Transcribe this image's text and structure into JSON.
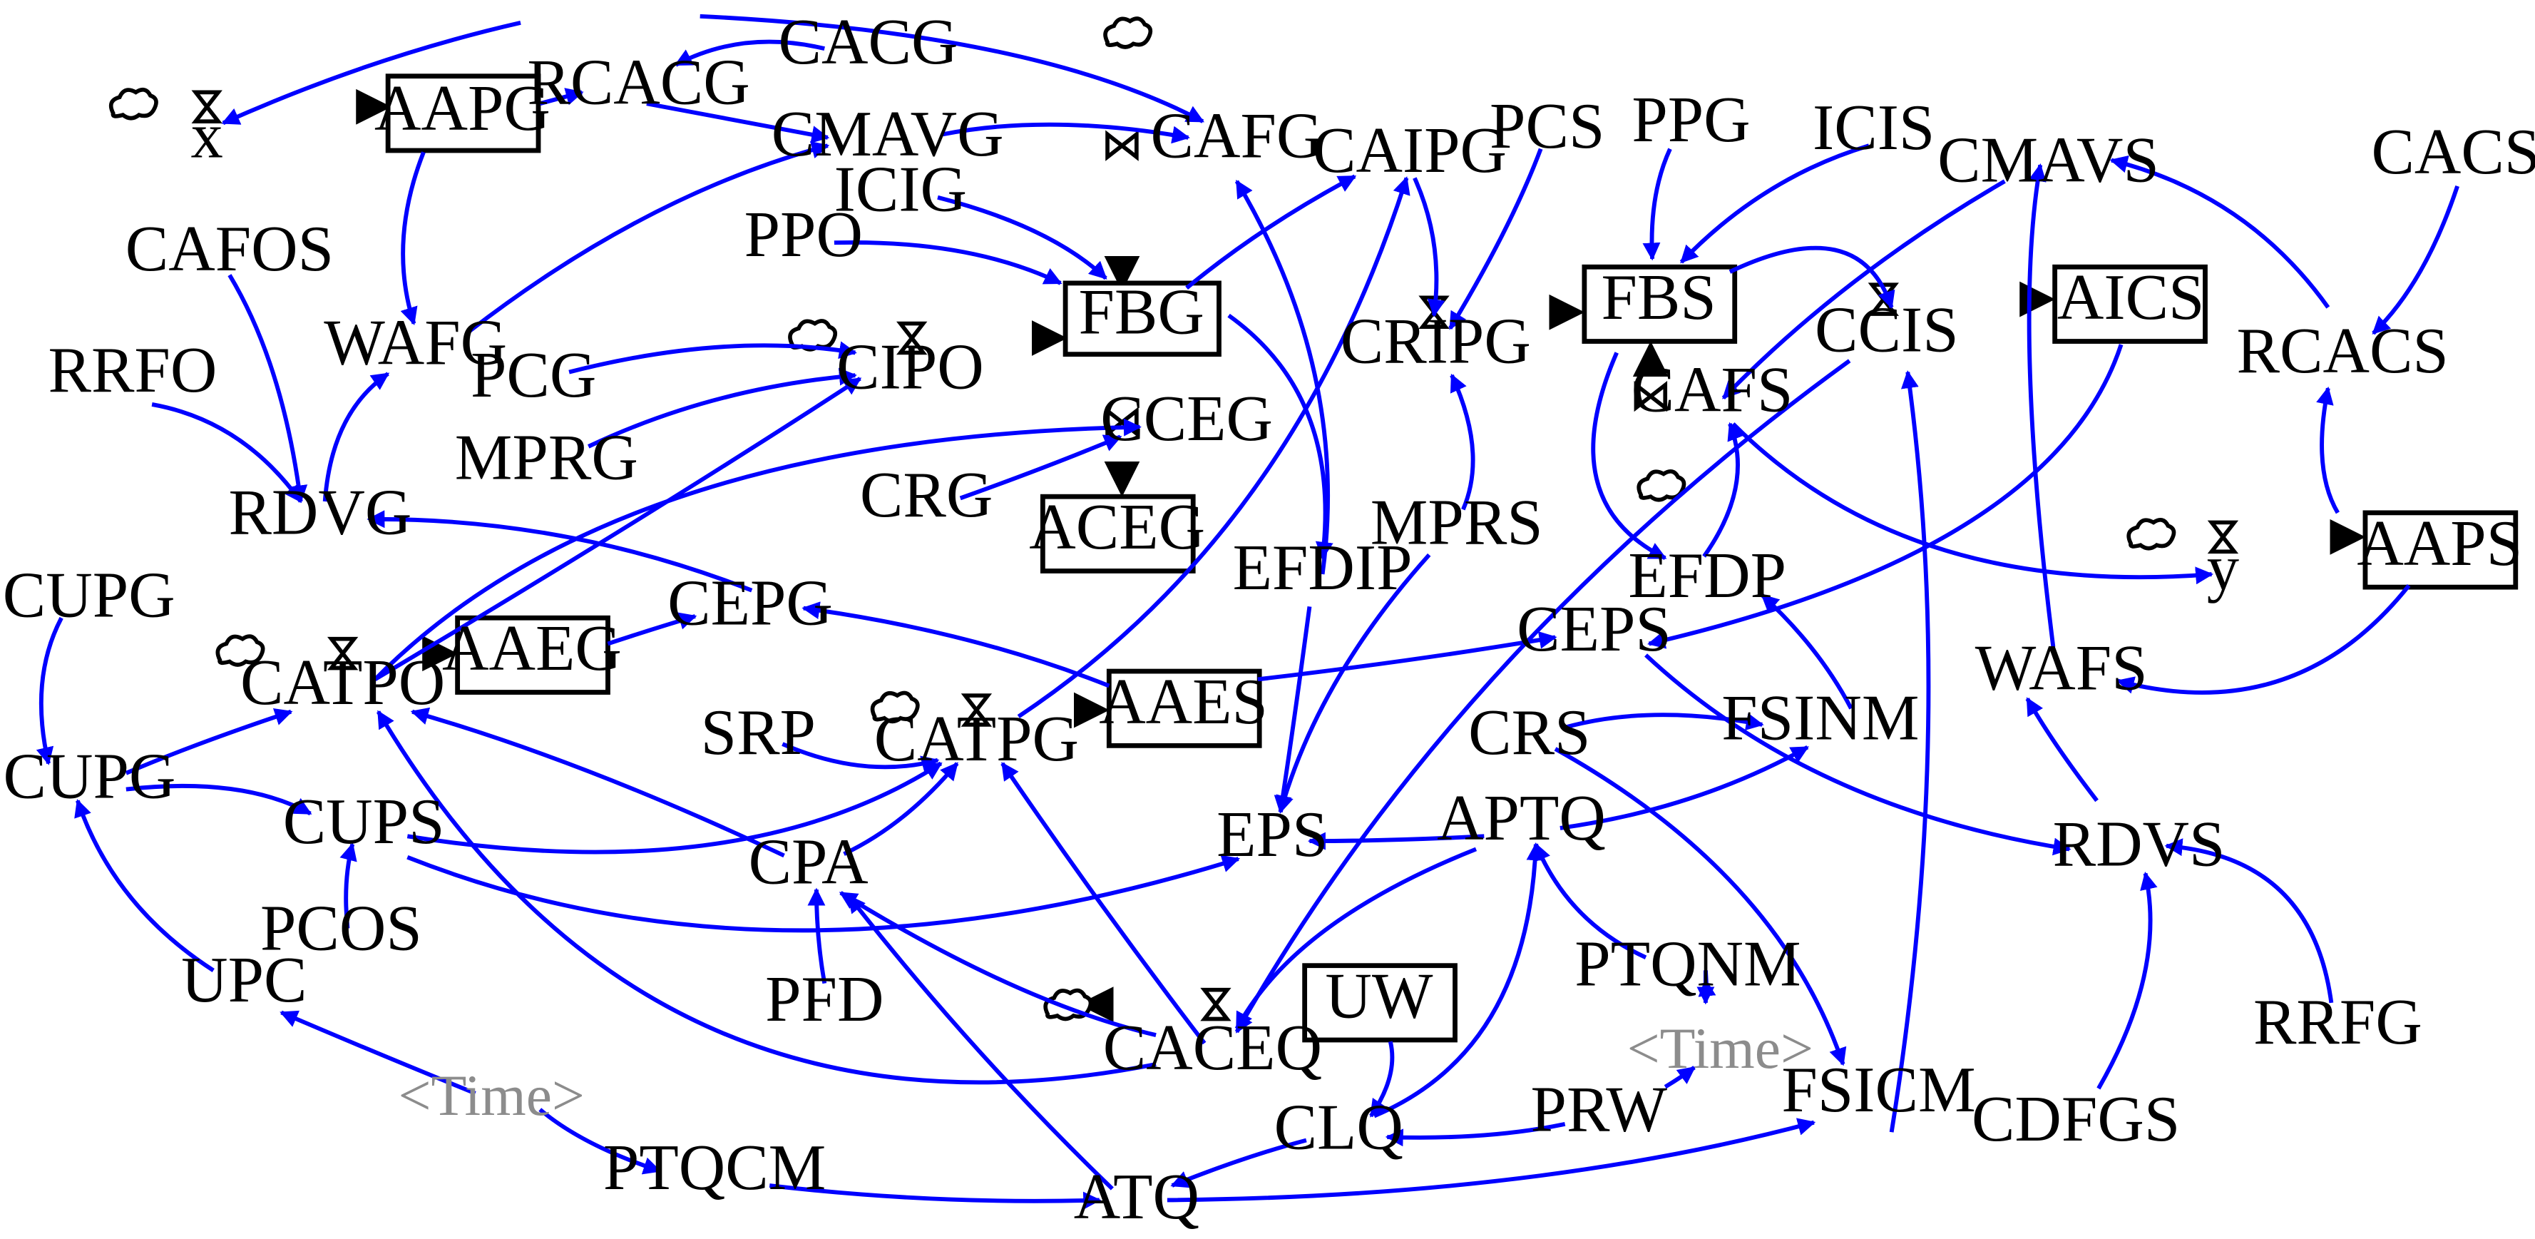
{
  "diagram": {
    "stocks": [
      "AAPG",
      "FBG",
      "FBS",
      "AICS",
      "ACEG",
      "AAEG",
      "AAES",
      "AAPS",
      "UW"
    ],
    "flows": [
      "x",
      "CIPO",
      "CCEG",
      "CRIPG",
      "CCIS",
      "CAFS",
      "y",
      "CATPO",
      "CATPG",
      "CACEQ"
    ],
    "variables": [
      "CACG",
      "RCACG",
      "CMAVG",
      "CAFG",
      "CAIPG",
      "PCS",
      "PPG",
      "ICIS",
      "CMAVS",
      "CACS",
      "ICIG",
      "PPO",
      "CAFOS",
      "WAFG",
      "RRFO",
      "PCG",
      "MPRG",
      "CRG",
      "RDVG",
      "RCACS",
      "EFDIP",
      "MPRS",
      "EFDP",
      "CUPG",
      "CEPG",
      "CEPS",
      "WAFS",
      "CCUPG",
      "SRP",
      "CRS",
      "FSINM",
      "CUPS",
      "EPS",
      "APTQ",
      "RDVS",
      "CPA",
      "PCOS",
      "PFD",
      "PTQNM",
      "UPC",
      "FSICM",
      "CLQ",
      "PRW",
      "RRFG",
      "CDFGS",
      "PTQCM",
      "ATQ"
    ],
    "shadow_variables": [
      "<Time>",
      "<Time>"
    ]
  }
}
